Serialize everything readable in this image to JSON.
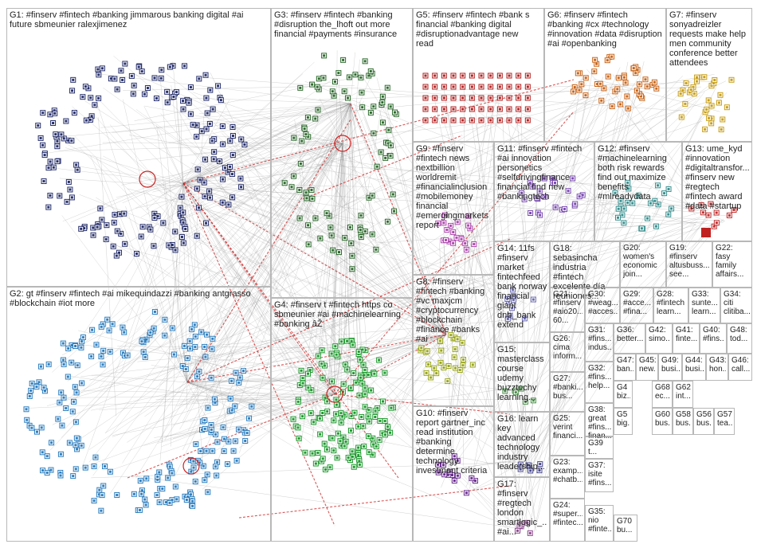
{
  "groups": [
    {
      "id": "G1",
      "label": "G1: #finserv #fintech #banking jimmarous banking digital #ai\nfuture sbmeunier ralexjimenez",
      "color": "#27306b"
    },
    {
      "id": "G2",
      "label": "G2: gt #finserv #fintech #ai mikequindazzi #banking antgrasso\n#blockchain #iot more",
      "color": "#2f7fbf"
    },
    {
      "id": "G3",
      "label": "G3: #finserv #fintech #banking\n#disruption the_lhoft out more\nfinancial #payments #insurance",
      "color": "#2f6b2f"
    },
    {
      "id": "G4",
      "label": "G4: #finserv t #fintech https co\nsbmeunier #ai #machinelearning\n#banking âŽ",
      "color": "#1f9a2f"
    },
    {
      "id": "G5",
      "label": "G5: #finserv #fintech #bank s\nfinancial #banking digital\n#disruptionadvantage new\nread",
      "color": "#b22222"
    },
    {
      "id": "G6",
      "label": "G6: #finserv #fintech\n#banking #cx #technology\n#innovation #data #disruption\n#ai #openbanking",
      "color": "#c8661b"
    },
    {
      "id": "G7",
      "label": "G7: #finserv\nsonyadreizler\nrequests make help\nmen community\nconference better\nattendees",
      "color": "#c8a01b"
    },
    {
      "id": "G8",
      "label": "G8: #finserv\n#fintech #banking\n#vc maxjcm\n#cryptocurrency\n#blockchain\n#finance #banks\n#ai",
      "color": "#9aa61b"
    },
    {
      "id": "G9",
      "label": "G9: #finserv\n#fintech news\nnextbillion\nworldremit\n#financialinclusion\n#mobilemoney\nfinancial\n#emergingmarkets\nreport",
      "color": "#b04ab0"
    },
    {
      "id": "G10",
      "label": "G10: #finserv\nreport gartner_inc\nread institution\n#banking\ndetermine\ntechnology\ninvestment criteria",
      "color": "#6b2f8f"
    },
    {
      "id": "G11",
      "label": "G11: #finserv #fintech\n#ai innovation\npersonetics\n#selfdrivingfinance\nfinancial find new\n#bankingtech",
      "color": "#7a4ab0"
    },
    {
      "id": "G12",
      "label": "G12: #finserv\n#machinelearning\nboth risk rewards\nfind out maximize\nbenefits\n#mlreadydata",
      "color": "#3a8f8f"
    },
    {
      "id": "G13",
      "label": "G13: ume_kyd\n#innovation\n#digitaltransfor...\n#finserv new\n#regtech\n#fintech award\n#data #startup",
      "color": "#c03030"
    },
    {
      "id": "G14",
      "label": "G14: 11fs\n#finserv\nmarket\nfintechfeed\nbank norway\nfinancial\ngiant\ndnb_bank\nextend",
      "color": "#6b6bb0"
    },
    {
      "id": "G15",
      "label": "G15:\nmasterclass\ncourse\nudemy\nbuzztechy\nlearning...",
      "color": "#4a8f4a"
    },
    {
      "id": "G16",
      "label": "G16: learn\nkey\nadvanced\ntechnology\nindustry\nleadership...",
      "color": "#4a4a8f"
    },
    {
      "id": "G17",
      "label": "G17: #finserv\n#regtech\nlondon\nsmartlogic_...\n#ai...",
      "color": "#8f4a8f"
    },
    {
      "id": "G18",
      "label": "G18: sebasincha\nindustria #fintech\nexcelente día\nreuniones...",
      "color": "#4a8fb0"
    },
    {
      "id": "G19",
      "label": "G19:\n#finserv\naltusbuss...\nsee...",
      "color": "#2f6b8f"
    },
    {
      "id": "G20",
      "label": "G20:\nwomen's\neconomic\njoin...",
      "color": "#8f6b2f"
    },
    {
      "id": "G21",
      "label": "G21:\n#finserv\n#aio20...\n60...",
      "color": "#2f8f6b"
    },
    {
      "id": "G22",
      "label": "G22:\nfasy\nfamily\naffairs...",
      "color": "#6b8f2f"
    },
    {
      "id": "G23",
      "label": "G23:\nexamp...\n#chatb...",
      "color": "#2f4a8f"
    },
    {
      "id": "G24",
      "label": "G24:\n#super...\n#fintec...",
      "color": "#8f2f4a"
    },
    {
      "id": "G25",
      "label": "G25:\nverint\nfinanci...",
      "color": "#4a6b8f"
    },
    {
      "id": "G26",
      "label": "G26:\ncima\ninform...",
      "color": "#6b4a2f"
    },
    {
      "id": "G27",
      "label": "G27:\n#banki...\nbus...",
      "color": "#2f6b6b"
    },
    {
      "id": "G28",
      "label": "G28:\n#fintech\nlearn...",
      "color": "#6b2f6b"
    },
    {
      "id": "G29",
      "label": "G29:\n#acce...\n#fina...",
      "color": "#8f8f2f"
    },
    {
      "id": "G30",
      "label": "G30:\n#weag...\n#acces...",
      "color": "#2f8f8f"
    },
    {
      "id": "G31",
      "label": "G31:\n#fins...\nindus...",
      "color": "#4a4a4a"
    },
    {
      "id": "G32",
      "label": "G32:\n#fins...\nhelp...",
      "color": "#6b6b2f"
    },
    {
      "id": "G33",
      "label": "G33:\nsunte...\nlearn...",
      "color": "#2f2f8f"
    },
    {
      "id": "G34",
      "label": "G34:\nciti\nclitiba...",
      "color": "#8f4a2f"
    },
    {
      "id": "G35",
      "label": "G35:\nnio\n#finte...",
      "color": "#4a2f8f"
    },
    {
      "id": "G36",
      "label": "G36:\nbetter...",
      "color": "#2f8f4a"
    },
    {
      "id": "G37",
      "label": "G37:\nisite\n#fins...",
      "color": "#8f2f8f"
    },
    {
      "id": "G38",
      "label": "G38:\ngreat\n#fins...\nfinan...",
      "color": "#4a8f8f"
    },
    {
      "id": "G39",
      "label": "G39\nt...",
      "color": "#6b4a6b"
    },
    {
      "id": "G40",
      "label": "G40:\n#fins...",
      "color": "#4a6b4a"
    },
    {
      "id": "G41",
      "label": "G41:\nfinte...",
      "color": "#6b6b6b"
    },
    {
      "id": "G42",
      "label": "G42:\nsimo...",
      "color": "#2f4a4a"
    },
    {
      "id": "G43",
      "label": "G43:\nhon...",
      "color": "#4a2f4a"
    },
    {
      "id": "G44",
      "label": "G44:\nbusi...",
      "color": "#2f2f4a"
    },
    {
      "id": "G45",
      "label": "G45:\nnew...",
      "color": "#4a4a2f"
    },
    {
      "id": "G46",
      "label": "G46:\ncall...",
      "color": "#2f4a2f"
    },
    {
      "id": "G47",
      "label": "G47:\nban...",
      "color": "#4a2f2f"
    },
    {
      "id": "G48",
      "label": "G48:\ntod...",
      "color": "#3a3a6b"
    },
    {
      "id": "G49",
      "label": "G49:\nbusi...",
      "color": "#6b3a3a"
    },
    {
      "id": "G4x",
      "label": "G4\nbiz...",
      "color": "#3a6b3a"
    },
    {
      "id": "G5x",
      "label": "G5\nbig...",
      "color": "#6b6b3a"
    },
    {
      "id": "G56",
      "label": "G56:\nbus...",
      "color": "#3a6b6b"
    },
    {
      "id": "G57",
      "label": "G57:\ntea...",
      "color": "#6b3a6b"
    },
    {
      "id": "G58",
      "label": "G58:\nbus...",
      "color": "#3a3a3a"
    },
    {
      "id": "G60",
      "label": "G60:\nbus...",
      "color": "#5a5a8a"
    },
    {
      "id": "G62",
      "label": "G62\nint...",
      "color": "#8a5a5a"
    },
    {
      "id": "G68",
      "label": "G68\nec...",
      "color": "#5a8a5a"
    },
    {
      "id": "G70",
      "label": "G70\nbu...",
      "color": "#8a8a5a"
    }
  ]
}
